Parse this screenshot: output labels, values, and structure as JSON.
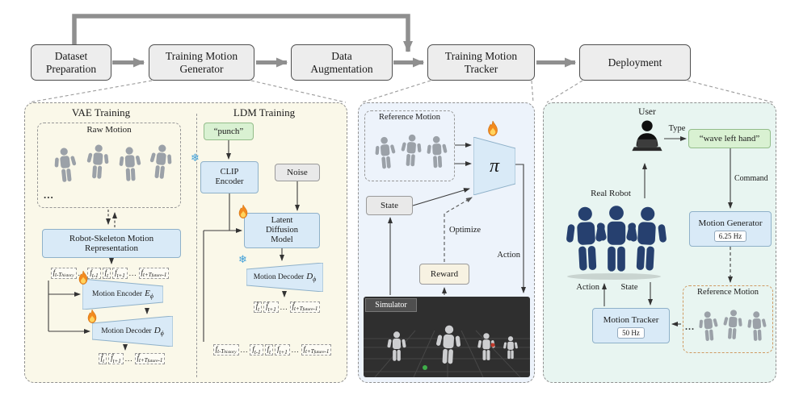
{
  "pipeline": {
    "steps": [
      {
        "label": "Dataset Preparation"
      },
      {
        "label": "Training Motion Generator"
      },
      {
        "label": "Data Augmentation"
      },
      {
        "label": "Training Motion Tracker"
      },
      {
        "label": "Deployment"
      }
    ]
  },
  "icons": {
    "snowflake": "❄",
    "fire": "flame-shape",
    "user": "person-at-laptop"
  },
  "left_panel": {
    "vae_title": "VAE Training",
    "ldm_title": "LDM Training",
    "raw_motion_label": "Raw Motion",
    "raw_ellipsis": "...",
    "representation_label": "Robot-Skeleton Motion Representation",
    "encoder_label": "Motion Encoder",
    "encoder_symbol": "E",
    "encoder_symbol_sub": "ϕ",
    "decoder_label": "Motion Decoder",
    "decoder_symbol": "D",
    "decoder_symbol_sub": "ϕ",
    "punch_label": "“punch”",
    "clip_label": "CLIP Encoder",
    "noise_label": "Noise",
    "ldm_label": "Latent Diffusion Model",
    "ldm_decoder_label": "Motion Decoder",
    "ldm_decoder_symbol": "D",
    "ldm_decoder_symbol_sub": "ϕ",
    "frames_in": [
      {
        "b": "f",
        "s": "t-T",
        "s2": "history"
      },
      {
        "e": "..."
      },
      {
        "b": "f",
        "s": "t-1"
      },
      {
        "b": "f",
        "s": "t"
      },
      {
        "b": "f",
        "s": "t+1"
      },
      {
        "e": "..."
      },
      {
        "b": "f",
        "s": "t+T",
        "s2": "future",
        "s3": "-1"
      }
    ],
    "frames_out": [
      {
        "b": "f̂",
        "s": "t"
      },
      {
        "b": "f̂",
        "s": "t+1"
      },
      {
        "e": "..."
      },
      {
        "b": "f̂",
        "s": "t+T",
        "s2": "future",
        "s3": "-1"
      }
    ],
    "ldm_frames_out": [
      {
        "b": "f̂",
        "s": "t"
      },
      {
        "b": "f̂",
        "s": "t+1"
      },
      {
        "e": "..."
      },
      {
        "b": "f̂",
        "s": "t+T",
        "s2": "future",
        "s3": "-1"
      }
    ],
    "ldm_frames_in": [
      {
        "b": "f",
        "s": "t-T",
        "s2": "history"
      },
      {
        "e": "..."
      },
      {
        "b": "f",
        "s": "t-1"
      },
      {
        "b": "f",
        "s": "t"
      },
      {
        "b": "f",
        "s": "t+1"
      },
      {
        "e": "..."
      },
      {
        "b": "f",
        "s": "t+T",
        "s2": "future",
        "s3": "-1"
      }
    ]
  },
  "middle_panel": {
    "reference_motion_label": "Reference Motion",
    "state_label": "State",
    "policy_symbol": "π",
    "optimize_label": "Optimize",
    "reward_label": "Reward",
    "action_label": "Action",
    "simulator_label": "Simulator"
  },
  "right_panel": {
    "user_label": "User",
    "type_label": "Type",
    "command_text": "“wave left hand”",
    "command_label": "Command",
    "motion_generator_label": "Motion Generator",
    "generator_rate": "6.25 Hz",
    "reference_motion_label": "Reference Motion",
    "reference_ellipsis": "...",
    "motion_tracker_label": "Motion Tracker",
    "tracker_rate": "50 Hz",
    "real_robot_label": "Real Robot",
    "action_label": "Action",
    "state_label": "State"
  },
  "colors": {
    "panel_left_bg": "#faf8e9",
    "panel_middle_bg": "#edf3fb",
    "panel_right_bg": "#e8f5f1",
    "box_blue": "#d9eaf7",
    "box_green": "#d9f1d2",
    "pipeline_arrow": "#8f8f8f",
    "fire_accent": "#f28a1f",
    "snow_accent": "#3f9fd8"
  }
}
